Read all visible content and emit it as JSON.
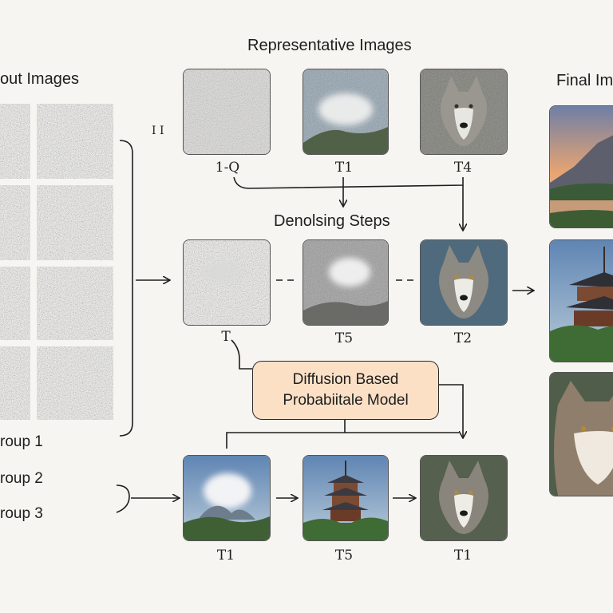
{
  "headers": {
    "input_images": "out Images",
    "representative_images": "Representative Images",
    "denoising_steps": "Denolsing Steps",
    "final_images": "Final Im"
  },
  "groups": [
    "roup 1",
    "roup 2",
    "roup 3"
  ],
  "side_mark": "I I",
  "labels": {
    "rep_1": "1-Q",
    "rep_2": "T1",
    "rep_3": "T4",
    "den_1": "T",
    "den_2": "T5",
    "den_3": "T2",
    "out_1": "T1",
    "out_2": "T5",
    "out_3": "T1"
  },
  "model": {
    "line1": "Diffusion Based",
    "line2": "Probabiitale Model"
  },
  "colors": {
    "background": "#f6f5f1",
    "model_fill": "#fbe0c6",
    "line": "#1e1e1e"
  },
  "icons": {
    "noise_grid": "noise-texture",
    "cloud": "cloud-mountain",
    "wolf": "wolf-portrait",
    "pagoda": "pagoda-landscape",
    "mountain": "mountain-sunset"
  }
}
